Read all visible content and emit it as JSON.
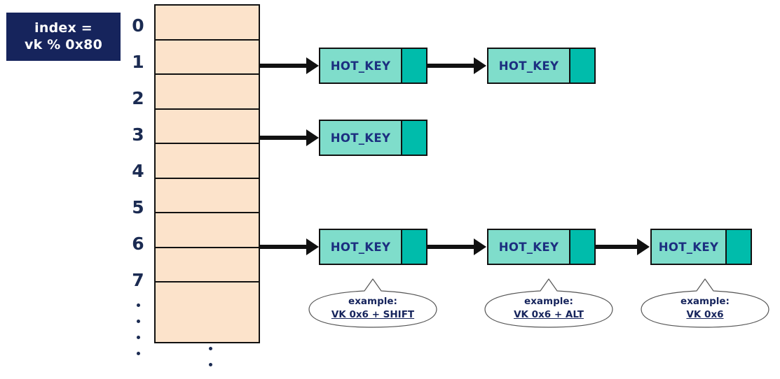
{
  "badge": {
    "line1": "index =",
    "line2": "vk % 0x80"
  },
  "table": {
    "row_labels": [
      "0",
      "1",
      "2",
      "3",
      "4",
      "5",
      "6",
      "7"
    ],
    "ellipsis_dots": 4,
    "cell_count": 9
  },
  "nodes": {
    "label": "HOT_KEY"
  },
  "chains": [
    {
      "bucket": "1",
      "nodes": [
        "HOT_KEY",
        "HOT_KEY"
      ]
    },
    {
      "bucket": "3",
      "nodes": [
        "HOT_KEY"
      ]
    },
    {
      "bucket": "6",
      "nodes": [
        "HOT_KEY",
        "HOT_KEY",
        "HOT_KEY"
      ]
    }
  ],
  "callouts": [
    {
      "title": "example:",
      "value": "VK 0x6 + SHIFT"
    },
    {
      "title": "example:",
      "value": "VK 0x6 + ALT"
    },
    {
      "title": "example:",
      "value": "VK 0x6"
    }
  ],
  "colors": {
    "badge_bg": "#16245c",
    "badge_text": "#ffffff",
    "table_cell": "#fce3cb",
    "node_body": "#7fddcb",
    "node_pointer": "#00bcab",
    "node_text": "#1c2f80",
    "stroke": "#111111",
    "label_text": "#1b2b52"
  }
}
